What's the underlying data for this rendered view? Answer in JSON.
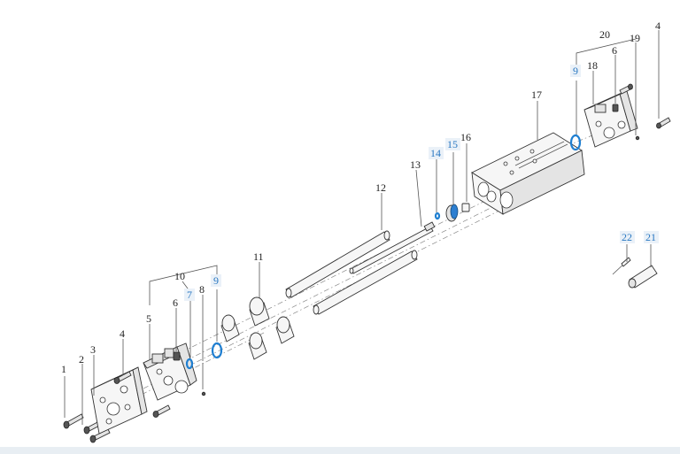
{
  "callouts": [
    {
      "id": "1",
      "text": "1",
      "color": "black"
    },
    {
      "id": "2",
      "text": "2",
      "color": "black"
    },
    {
      "id": "3",
      "text": "3",
      "color": "black"
    },
    {
      "id": "4a",
      "text": "4",
      "color": "black"
    },
    {
      "id": "4b",
      "text": "4",
      "color": "black"
    },
    {
      "id": "5",
      "text": "5",
      "color": "black"
    },
    {
      "id": "6a",
      "text": "6",
      "color": "black"
    },
    {
      "id": "6b",
      "text": "6",
      "color": "black"
    },
    {
      "id": "7",
      "text": "7",
      "color": "blue"
    },
    {
      "id": "8",
      "text": "8",
      "color": "black"
    },
    {
      "id": "9a",
      "text": "9",
      "color": "blue"
    },
    {
      "id": "9b",
      "text": "9",
      "color": "blue"
    },
    {
      "id": "10",
      "text": "10",
      "color": "black"
    },
    {
      "id": "11",
      "text": "11",
      "color": "black"
    },
    {
      "id": "12",
      "text": "12",
      "color": "black"
    },
    {
      "id": "13",
      "text": "13",
      "color": "black"
    },
    {
      "id": "14",
      "text": "14",
      "color": "blue"
    },
    {
      "id": "15",
      "text": "15",
      "color": "blue"
    },
    {
      "id": "16",
      "text": "16",
      "color": "black"
    },
    {
      "id": "17",
      "text": "17",
      "color": "black"
    },
    {
      "id": "18",
      "text": "18",
      "color": "black"
    },
    {
      "id": "19",
      "text": "19",
      "color": "black"
    },
    {
      "id": "20",
      "text": "20",
      "color": "black"
    },
    {
      "id": "21",
      "text": "21",
      "color": "blue"
    },
    {
      "id": "22",
      "text": "22",
      "color": "blue"
    }
  ],
  "colors": {
    "label_black": "#222222",
    "label_blue": "#2a78c2",
    "seal_blue": "#1f7fd1",
    "footer": "#e8eef3"
  }
}
